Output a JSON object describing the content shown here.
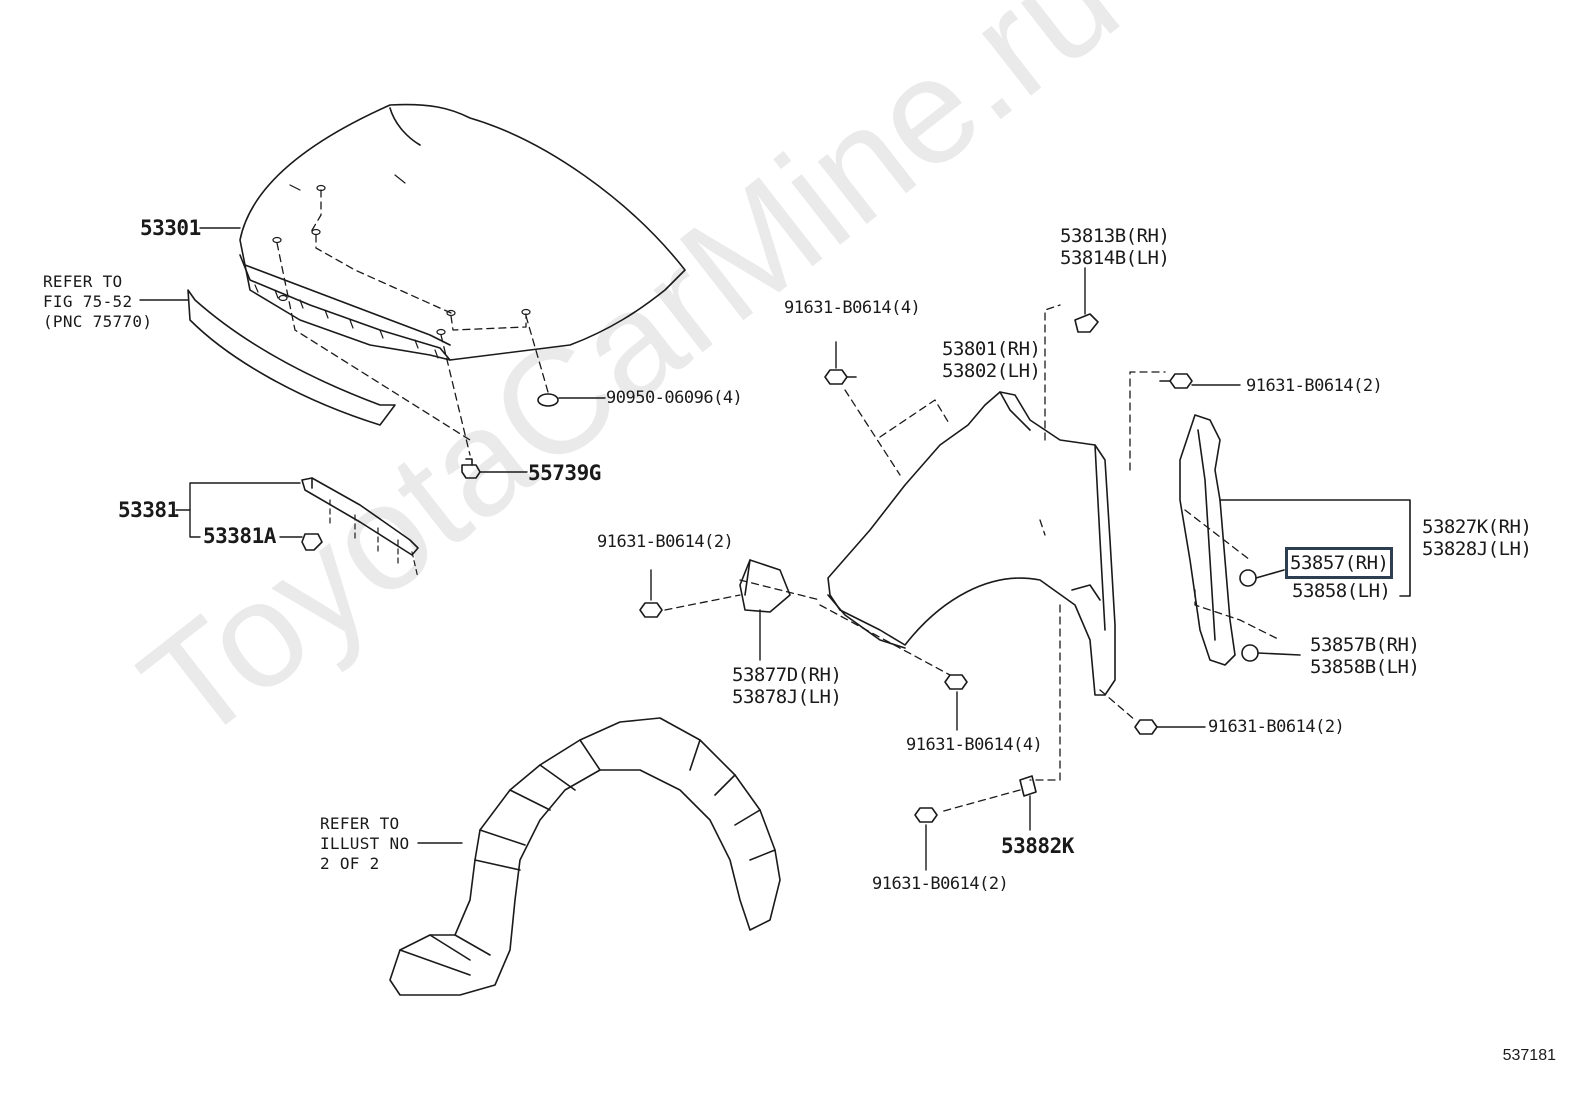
{
  "watermark": "ToyotaCarMine.ru",
  "figure_id": "537181",
  "labels": {
    "hood": "53301",
    "hood_seal_ref": [
      "REFER TO",
      "FIG 75-52",
      "(PNC 75770)"
    ],
    "hood_plug": "90950-06096(4)",
    "hood_cushion": "55739G",
    "seal": "53381",
    "seal_clip": "53381A",
    "bolt_top_4": "91631-B0614(4)",
    "fender_cushion": [
      "53813B(RH)",
      "53814B(LH)"
    ],
    "fender": [
      "53801(RH)",
      "53802(LH)"
    ],
    "bolt_right_top": "91631-B0614(2)",
    "fender_bracket": [
      "53827K(RH)",
      "53828J(LH)"
    ],
    "part_selected": "53857(RH)",
    "part_selected_lh": "53858(LH)",
    "part_b": [
      "53857B(RH)",
      "53858B(LH)"
    ],
    "bolt_left_2": "91631-B0614(2)",
    "fender_bracket_front": [
      "53877D(RH)",
      "53878J(LH)"
    ],
    "bolt_bottom_4": "91631-B0614(4)",
    "bolt_right_bottom": "91631-B0614(2)",
    "liner_ref": [
      "REFER TO",
      "ILLUST NO",
      "2 OF 2"
    ],
    "bracket_small": "53882K",
    "bolt_bottom_2": "91631-B0614(2)"
  }
}
